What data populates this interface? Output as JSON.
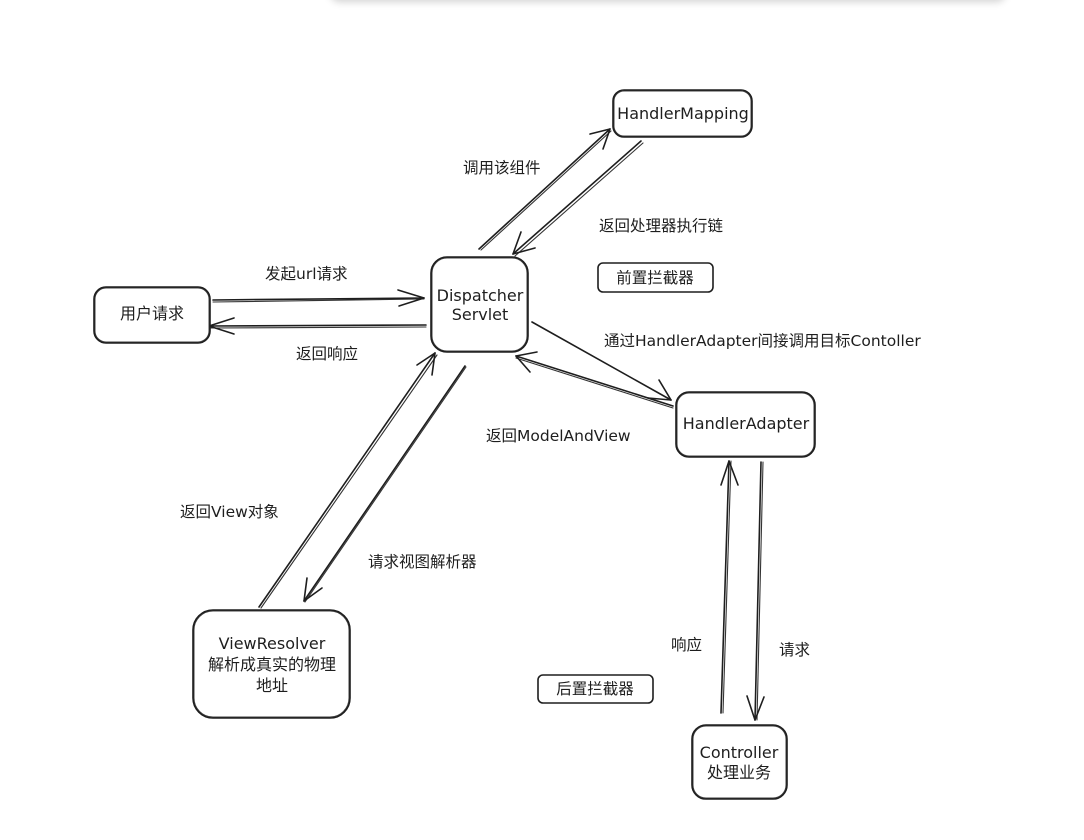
{
  "nodes": {
    "user_request": "用户请求",
    "dispatcher_line1": "Dispatcher",
    "dispatcher_line2": "Servlet",
    "handler_mapping": "HandlerMapping",
    "handler_adapter": "HandlerAdapter",
    "view_resolver_line1": "ViewResolver",
    "view_resolver_line2": "解析成真实的物理",
    "view_resolver_line3": "地址",
    "controller_line1": "Controller",
    "controller_line2": "处理业务"
  },
  "edges": {
    "send_url_request": "发起url请求",
    "return_response": "返回响应",
    "call_component": "调用该组件",
    "return_handler_chain": "返回处理器执行链",
    "call_via_adapter": "通过HandlerAdapter间接调用目标Contoller",
    "return_model_and_view": "返回ModelAndView",
    "return_view_object": "返回View对象",
    "request_view_resolver": "请求视图解析器",
    "response": "响应",
    "request": "请求"
  },
  "tags": {
    "pre_interceptor": "前置拦截器",
    "post_interceptor": "后置拦截器"
  }
}
